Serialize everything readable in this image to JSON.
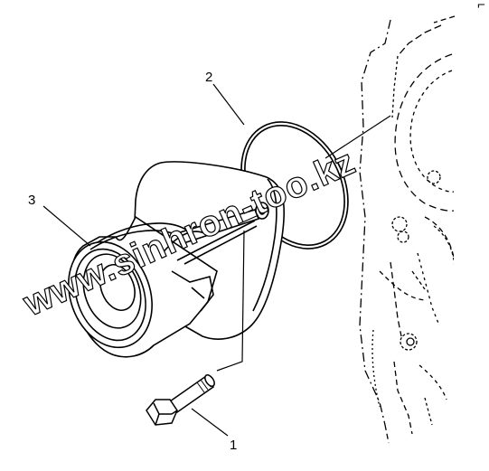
{
  "callouts": {
    "bolt": "1",
    "o_ring": "2",
    "housing": "3"
  },
  "watermark": "www.sinhron-too.kz",
  "page_mark": "⌐"
}
